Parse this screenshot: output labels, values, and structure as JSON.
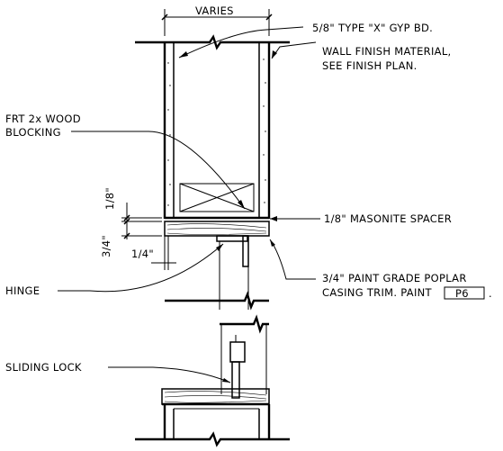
{
  "labels": {
    "varies": "VARIES",
    "gyp_board": "5/8\" TYPE \"X\" GYP BD.",
    "wall_finish_1": "WALL FINISH MATERIAL,",
    "wall_finish_2": "SEE FINISH PLAN.",
    "blocking_1": "FRT 2x WOOD",
    "blocking_2": "BLOCKING",
    "dim_eighth": "1/8\"",
    "dim_three_quarter": "3/4\"",
    "dim_quarter": "1/4\"",
    "masonite": "1/8\" MASONITE SPACER",
    "casing_1": "3/4\" PAINT GRADE POPLAR",
    "casing_2": "CASING TRIM. PAINT",
    "paint_tag": "P6",
    "casing_period": ".",
    "hinge": "HINGE",
    "sliding_lock": "SLIDING LOCK"
  }
}
